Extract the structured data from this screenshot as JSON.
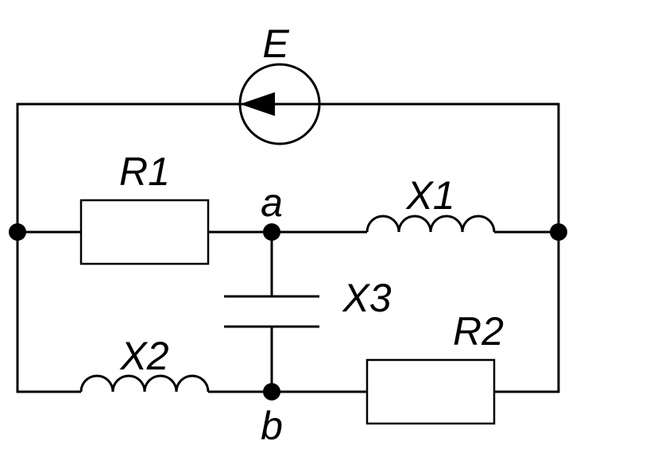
{
  "labels": {
    "source": "E",
    "r1": "R1",
    "x1": "X1",
    "x2": "X2",
    "x3": "X3",
    "r2": "R2",
    "node_a": "a",
    "node_b": "b"
  }
}
